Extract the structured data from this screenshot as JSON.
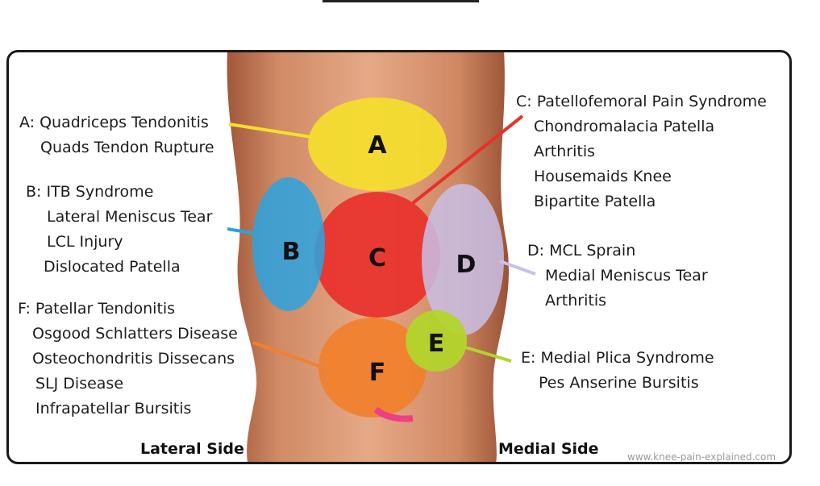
{
  "zones": [
    {
      "letter": "A",
      "label": "A: Quadriceps Tendonitis",
      "conditions": [
        "Quads Tendon Rupture"
      ],
      "color": "#f5e02a"
    },
    {
      "letter": "B",
      "label": "B: ITB Syndrome",
      "conditions": [
        "Lateral Meniscus Tear",
        "LCL Injury",
        "Dislocated Patella"
      ],
      "color": "#2aa3e0"
    },
    {
      "letter": "C",
      "label": "C: Patellofemoral Pain Syndrome",
      "conditions": [
        "Chondromalacia Patella",
        "Arthritis",
        "Housemaids Knee",
        "Bipartite Patella"
      ],
      "color": "#e8302b"
    },
    {
      "letter": "D",
      "label": "D: MCL Sprain",
      "conditions": [
        "Medial Meniscus Tear",
        "Arthritis"
      ],
      "color": "#c9bfe6"
    },
    {
      "letter": "E",
      "label": "E: Medial Plica Syndrome",
      "conditions": [
        "Pes Anserine Bursitis"
      ],
      "color": "#b2d42c"
    },
    {
      "letter": "F",
      "label": "F: Patellar Tendonitis",
      "conditions": [
        "Osgood Schlatters Disease",
        "Osteochondritis Dissecans",
        "SLJ Disease",
        "Infrapatellar Bursitis"
      ],
      "color": "#f0812e"
    }
  ],
  "sides": {
    "lateral": "Lateral Side",
    "medial": "Medial Side"
  },
  "credit": "www.knee-pain-explained.com",
  "colors": {
    "skin_light": "#e4a482",
    "skin_mid": "#c97f5b",
    "skin_dark": "#9a5236",
    "frame": "#1a1a1a",
    "tendon": "#ee3f86"
  }
}
